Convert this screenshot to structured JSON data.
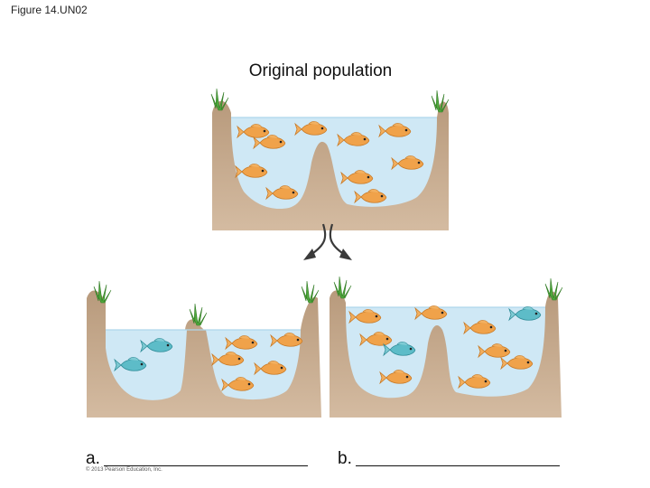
{
  "figure_label": "Figure 14.UN02",
  "title": "Original population",
  "answer_a": "a.",
  "answer_b": "b.",
  "copyright": "© 2013 Pearson Education, Inc.",
  "colors": {
    "soil": "#c9ac8f",
    "soil_dark": "#a88a6e",
    "water": "#cfe8f5",
    "orange_fish": "#f0a24a",
    "blue_fish": "#58b7c3",
    "grass": "#4fa83c",
    "arrow": "#3a3a3a"
  }
}
